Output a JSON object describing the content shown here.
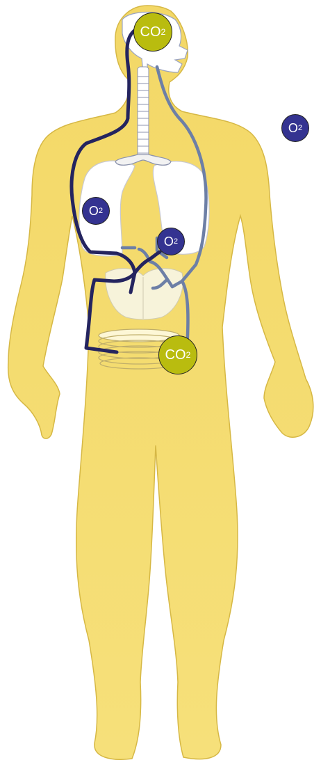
{
  "colors": {
    "body_fill": "#f3dc6a",
    "body_outline": "#d8bb45",
    "deoxygenated_vessel": "#23235e",
    "oxygenated_vessel": "#6e80a8",
    "lung_fill": "#ffffff",
    "co2_badge": "#b9bc0f",
    "o2_badge": "#343391",
    "badge_text": "#ffffff"
  },
  "badges": [
    {
      "name": "co2-badge-head",
      "main": "CO",
      "sub": "2",
      "kind": "co2"
    },
    {
      "name": "o2-badge-outside",
      "main": "O",
      "sub": "2",
      "kind": "o2"
    },
    {
      "name": "o2-badge-left-lung",
      "main": "O",
      "sub": "2",
      "kind": "o2"
    },
    {
      "name": "o2-badge-heart",
      "main": "O",
      "sub": "2",
      "kind": "o2"
    },
    {
      "name": "co2-badge-intestine",
      "main": "CO",
      "sub": "2",
      "kind": "co2"
    }
  ]
}
